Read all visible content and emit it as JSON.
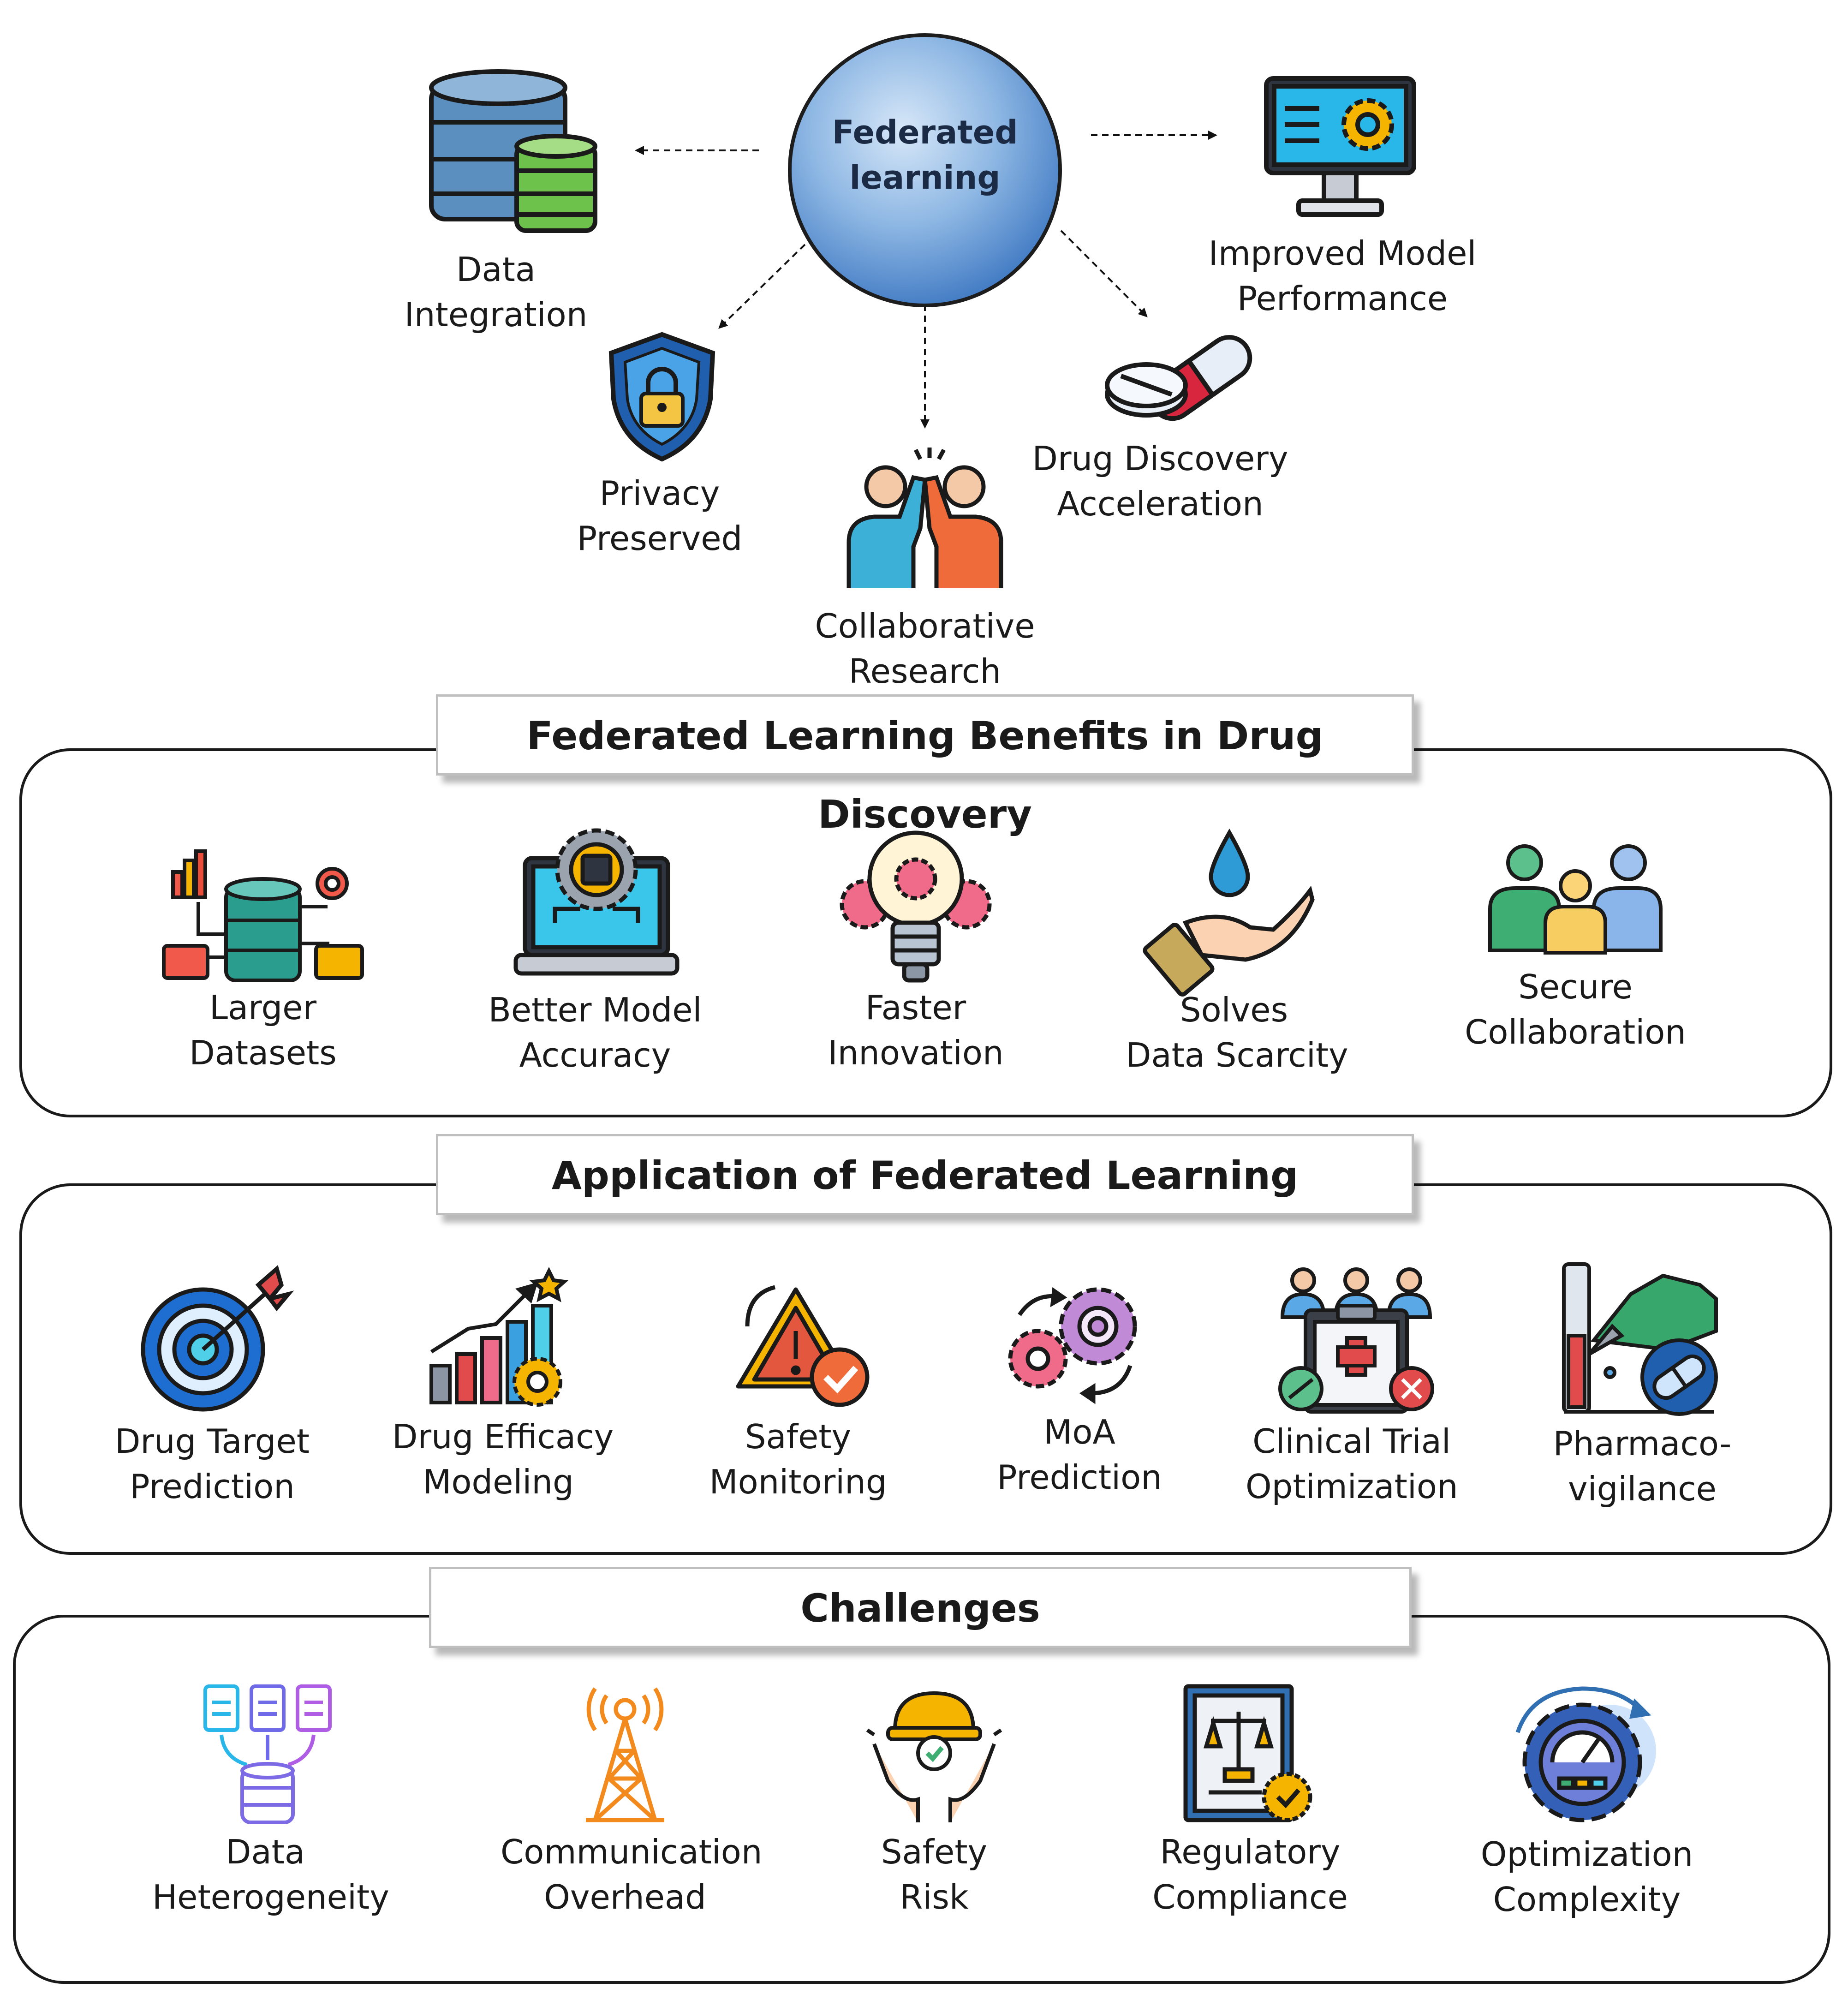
{
  "hub": {
    "line1": "Federated",
    "line2": "learning"
  },
  "outcomes": [
    {
      "id": "data-integration",
      "line1": "Data",
      "line2": "Integration",
      "icon": "database-icon"
    },
    {
      "id": "privacy",
      "line1": "Privacy",
      "line2": "Preserved",
      "icon": "shield-lock-icon"
    },
    {
      "id": "collab-research",
      "line1": "Collaborative",
      "line2": "Research",
      "icon": "high-five-icon"
    },
    {
      "id": "drug-discovery",
      "line1": "Drug Discovery",
      "line2": "Acceleration",
      "icon": "pill-icon"
    },
    {
      "id": "model-performance",
      "line1": "Improved Model",
      "line2": "Performance",
      "icon": "monitor-gear-icon"
    }
  ],
  "benefits": {
    "title": "Federated Learning Benefits in Drug Discovery",
    "items": [
      {
        "line1": "Larger",
        "line2": "Datasets",
        "icon": "server-network-icon"
      },
      {
        "line1": "Better Model",
        "line2": "Accuracy",
        "icon": "laptop-chip-icon"
      },
      {
        "line1": "Faster",
        "line2": "Innovation",
        "icon": "lightbulb-gears-icon"
      },
      {
        "line1": "Solves",
        "line2": "Data Scarcity",
        "icon": "hand-drop-icon"
      },
      {
        "line1": "Secure",
        "line2": "Collaboration",
        "icon": "people-group-icon"
      }
    ]
  },
  "applications": {
    "title": "Application of Federated Learning",
    "items": [
      {
        "line1": "Drug Target",
        "line2": "Prediction",
        "icon": "target-icon"
      },
      {
        "line1": "Drug Efficacy",
        "line2": "Modeling",
        "icon": "growth-chart-icon"
      },
      {
        "line1": "Safety",
        "line2": "Monitoring",
        "icon": "warning-check-icon"
      },
      {
        "line1": "MoA",
        "line2": "Prediction",
        "icon": "gears-cycle-icon"
      },
      {
        "line1": "Clinical Trial",
        "line2": "Optimization",
        "icon": "clipboard-team-icon"
      },
      {
        "line1": "Pharmaco-",
        "line2": "vigilance",
        "icon": "lab-hand-pill-icon"
      }
    ]
  },
  "challenges": {
    "title": "Challenges",
    "items": [
      {
        "line1": "Data",
        "line2": "Heterogeneity",
        "icon": "documents-database-icon"
      },
      {
        "line1": "Communication",
        "line2": "Overhead",
        "icon": "antenna-tower-icon"
      },
      {
        "line1": "Safety",
        "line2": "Risk",
        "icon": "hardhat-hands-icon"
      },
      {
        "line1": "Regulatory",
        "line2": "Compliance",
        "icon": "certificate-scales-icon"
      },
      {
        "line1": "Optimization",
        "line2": "Complexity",
        "icon": "gear-gauge-icon"
      }
    ]
  }
}
